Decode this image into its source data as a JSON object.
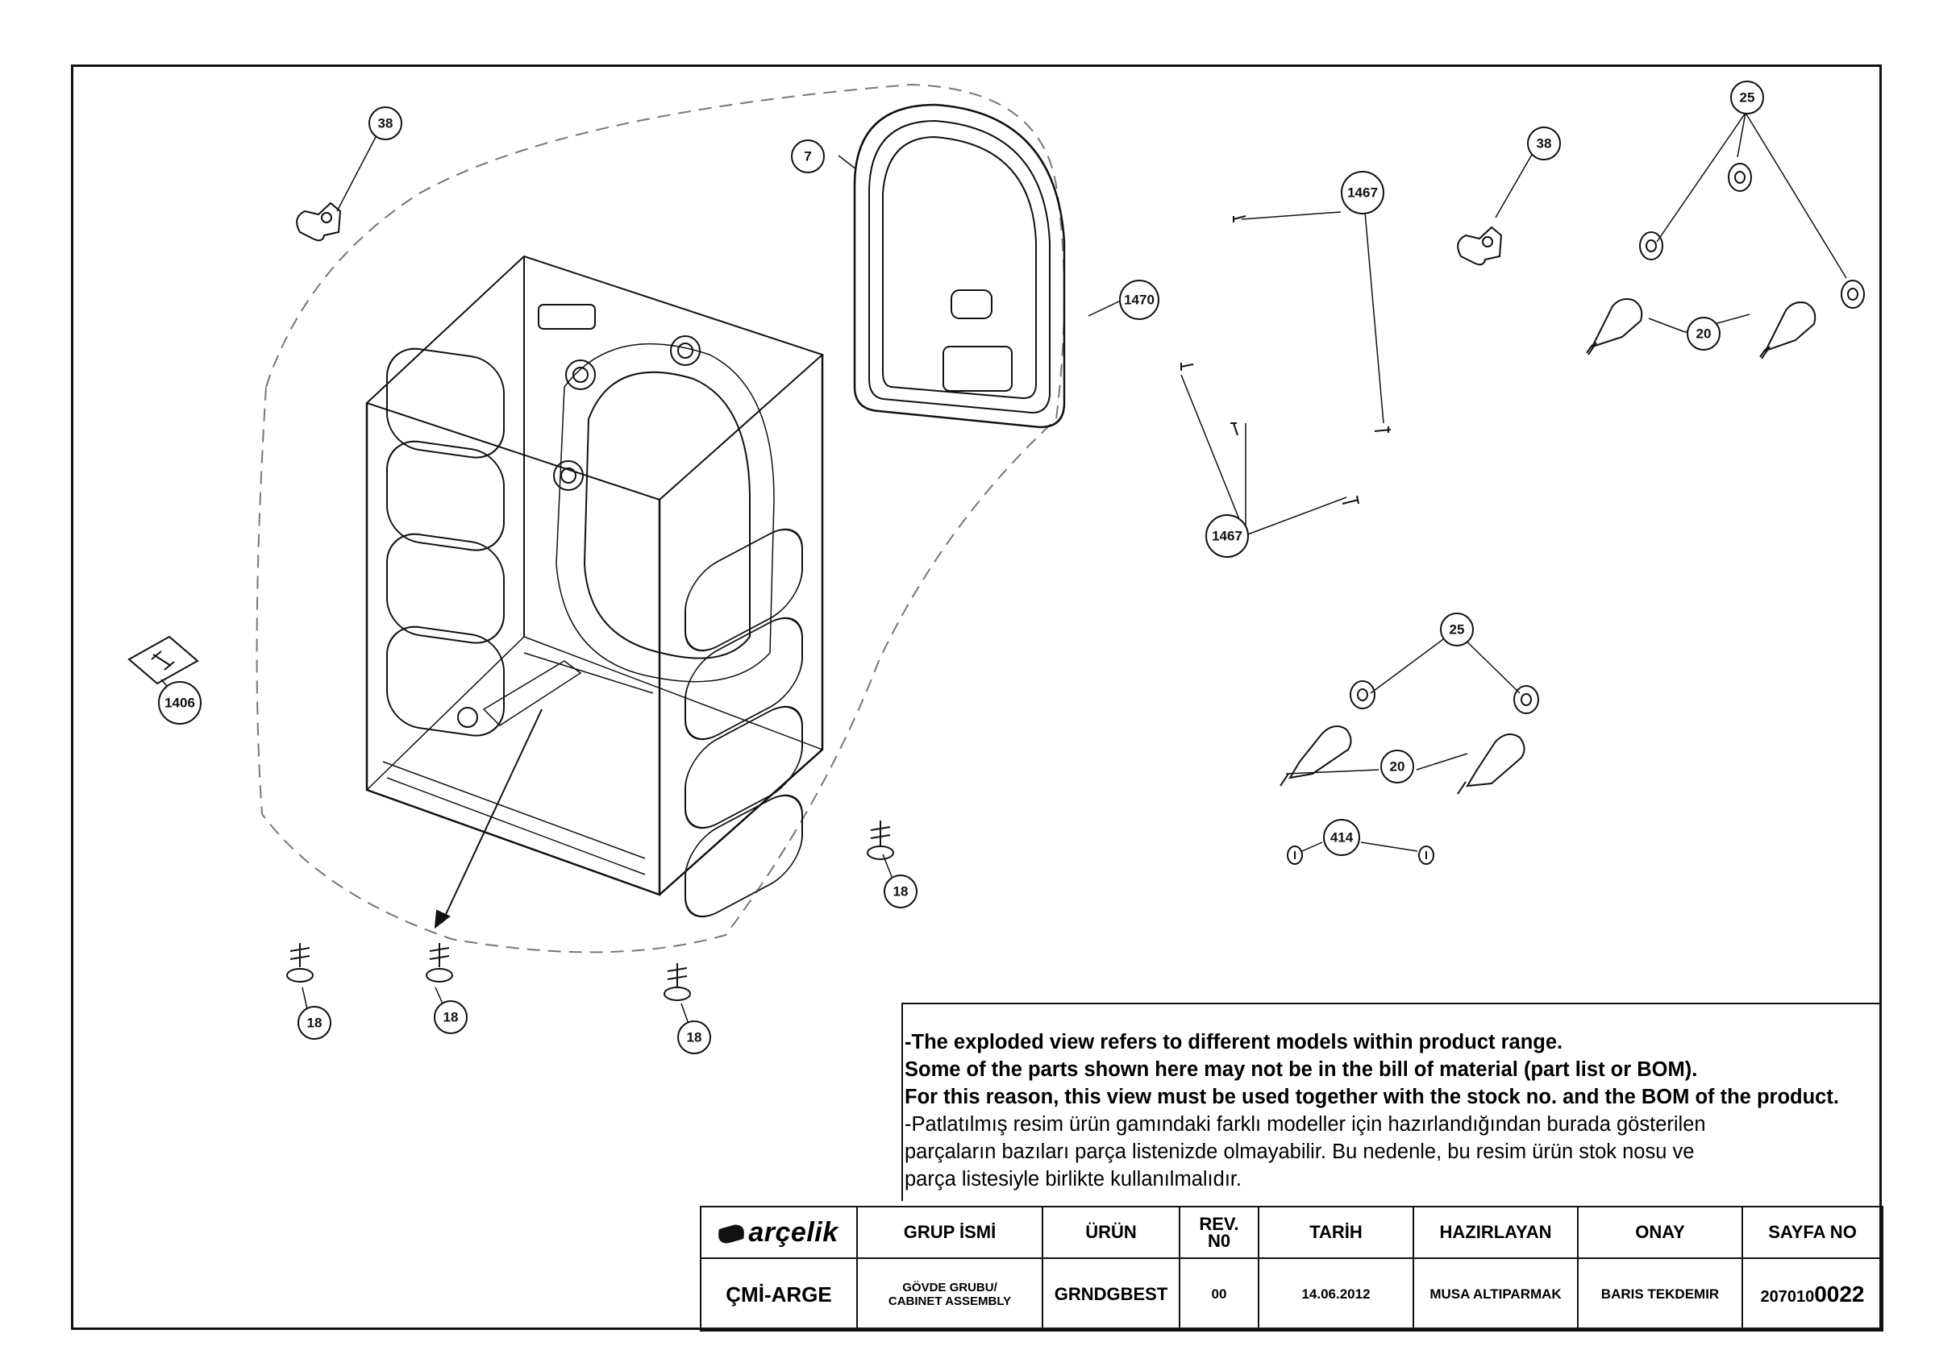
{
  "callouts": {
    "c38a": "38",
    "c7": "7",
    "c1470": "1470",
    "c1467a": "1467",
    "c1467b": "1467",
    "c38b": "38",
    "c25a": "25",
    "c20a": "20",
    "c1406": "1406",
    "c25b": "25",
    "c20b": "20",
    "c414": "414",
    "c18a": "18",
    "c18b": "18",
    "c18c": "18",
    "c18d": "18"
  },
  "notes": {
    "en1": "-The exploded view refers to different models within product range.",
    "en2": "Some of the parts shown here may not be in the bill of material (part list or BOM).",
    "en3": "For this reason, this view must be used together with the stock no. and the BOM of the product.",
    "tr1": "-Patlatılmış resim ürün gamındaki farklı modeller için hazırlandığından burada gösterilen",
    "tr2": "parçaların bazıları parça listenizde olmayabilir. Bu nedenle, bu resim ürün stok nosu ve",
    "tr3": "parça listesiyle birlikte kullanılmalıdır."
  },
  "title_block": {
    "logo": "arçelik",
    "headers": {
      "grup_ismi": "GRUP İSMİ",
      "urun": "ÜRÜN",
      "rev_no_1": "REV.",
      "rev_no_2": "N0",
      "tarih": "TARİH",
      "hazirlayan": "HAZIRLAYAN",
      "onay": "ONAY",
      "sayfa_no": "SAYFA NO"
    },
    "values": {
      "department": "ÇMİ-ARGE",
      "group_1": "GÖVDE GRUBU/",
      "group_2": "CABINET ASSEMBLY",
      "product": "GRNDGBEST",
      "rev": "00",
      "date": "14.06.2012",
      "prepared_by": "MUSA ALTIPARMAK",
      "approved_by": "BARIS TEKDEMIR",
      "page_prefix": "207010",
      "page_suffix": "0022"
    }
  },
  "colors": {
    "line": "#111111",
    "dashed": "#777777",
    "paper": "#ffffff"
  }
}
